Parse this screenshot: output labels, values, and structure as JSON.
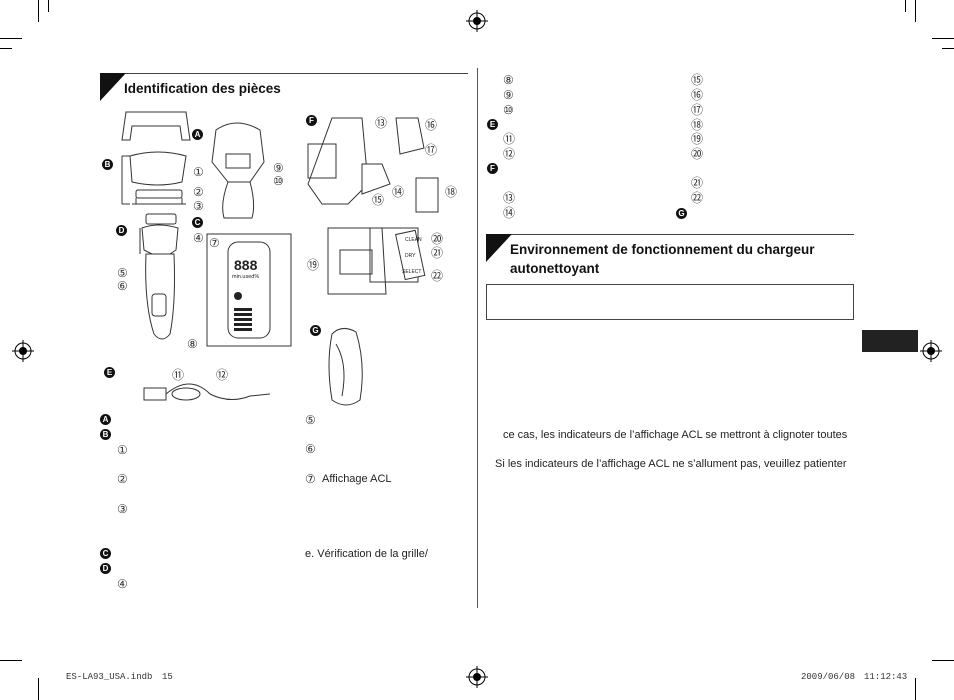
{
  "left": {
    "section_title": "Identification des pièces",
    "figure_labels": {
      "A": "A",
      "B": "B",
      "C": "C",
      "D": "D",
      "E": "E",
      "F": "F",
      "G": "G",
      "n1": "①",
      "n2": "②",
      "n3": "③",
      "n4": "④",
      "n5": "⑤",
      "n6": "⑥",
      "n7": "⑦",
      "n8": "⑧",
      "n9": "⑨",
      "n10": "⑩",
      "n11": "⑪",
      "n12": "⑫",
      "n13": "⑬",
      "n14": "⑭",
      "n15": "⑮",
      "n16": "⑯",
      "n17": "⑰",
      "n18": "⑱",
      "n19": "⑲",
      "n20": "⑳",
      "n21": "㉑",
      "n22": "㉒"
    },
    "lcd_digits": "888",
    "lcd_units": "min.used%",
    "charger_labels": [
      "CLEAN",
      "DRY",
      "SELECT"
    ],
    "list": {
      "A": "A",
      "B": "B",
      "C": "C",
      "D": "D",
      "n1": "①",
      "n2": "②",
      "n3": "③",
      "n4": "④",
      "n5": "⑤",
      "n6": "⑥",
      "n7": "⑦",
      "n7_text": "Affichage ACL",
      "e_text": "e.  Vérification de la grille/"
    }
  },
  "right": {
    "col1": [
      "⑧",
      "⑨",
      "⑩",
      "E",
      "⑪",
      "⑫",
      "F",
      "⑬",
      "⑭"
    ],
    "col2": [
      "⑮",
      "⑯",
      "⑰",
      "⑱",
      "⑲",
      "⑳",
      "㉑",
      "㉒",
      "G"
    ],
    "section_title_line1": "Environnement de fonctionnement du chargeur",
    "section_title_line2": "autonettoyant",
    "para1": "ce cas, les indicateurs de l’affichage ACL se mettront à clignoter toutes",
    "para2": "Si les indicateurs de l’affichage ACL ne s’allument pas, veuillez patienter"
  },
  "footer": {
    "file": "ES-LA93_USA.indb",
    "page": "15",
    "date": "2009/06/08",
    "time": "11:12:43"
  }
}
